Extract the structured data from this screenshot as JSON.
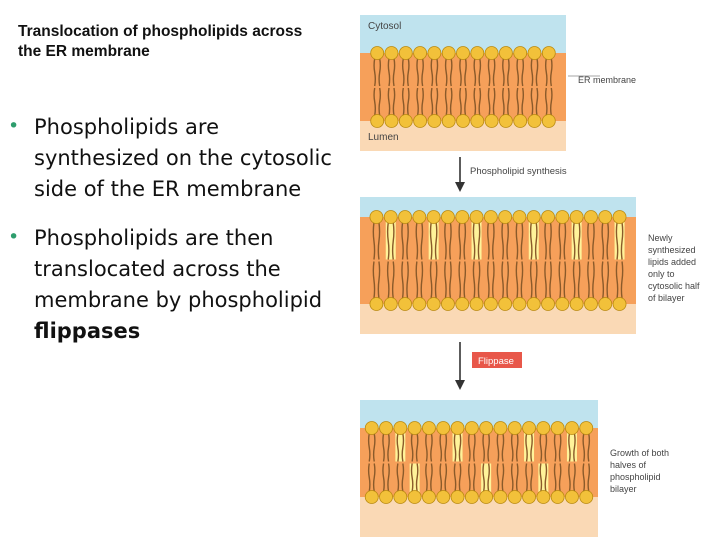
{
  "slide": {
    "title_line1": "Translocation of phospholipids across",
    "title_line2": "the ER membrane",
    "bullets": [
      {
        "lines": [
          "Phospholipids are",
          "synthesized on the cytosolic",
          "side of the ER membrane"
        ]
      },
      {
        "lines": [
          "Phospholipids are then",
          "translocated across the",
          "membrane by phospholipid"
        ],
        "bold_line": "flippases"
      }
    ]
  },
  "figure": {
    "panel1": {
      "top_label": "Cytosol",
      "bottom_label": "Lumen",
      "side_label": "ER membrane"
    },
    "step1_label": "Phospholipid synthesis",
    "panel2": {
      "side_label_lines": [
        "Newly",
        "synthesized",
        "lipids added",
        "only to",
        "cytosolic half",
        "of bilayer"
      ]
    },
    "step2_label": "Flippase",
    "panel3": {
      "side_label_lines": [
        "Growth of both",
        "halves of",
        "phospholipid",
        "bilayer"
      ]
    },
    "colors": {
      "cytosol": "#bfe3ee",
      "lumen": "#fad9b5",
      "core": "#f6a05a",
      "head": "#f2c13a",
      "head_stroke": "#b98a10",
      "new_lipid_tail": "#fff39a",
      "flippase_box": "#e8574a",
      "arrow": "#333333"
    }
  }
}
